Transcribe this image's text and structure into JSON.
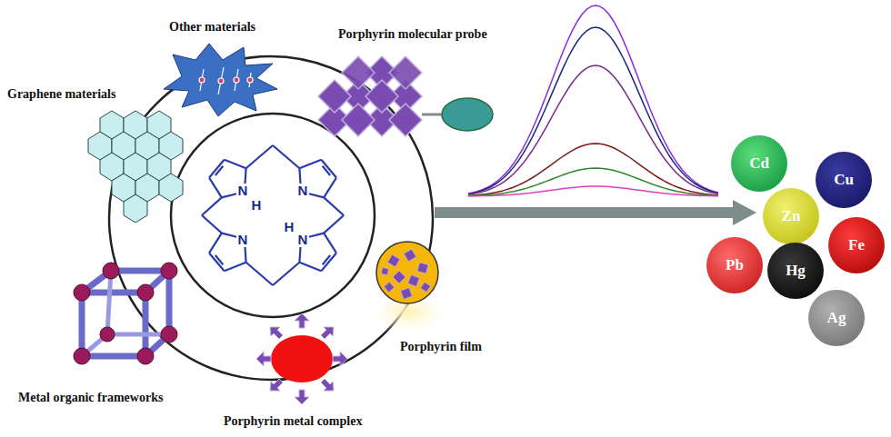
{
  "diagram": {
    "nodes": [
      {
        "text": [
          "Cd"
        ]
      },
      {
        "text": [
          "Cu"
        ]
      },
      {
        "text": [
          "Zn"
        ]
      },
      {
        "text": [
          "Pb"
        ]
      },
      {
        "text": [
          "Fe"
        ]
      },
      {
        "text": [
          "Hg"
        ]
      },
      {
        "text": [
          "Ag"
        ]
      }
    ],
    "labels": [
      "Other materials",
      "Porphyrin molecular probe",
      "Graphene materials",
      "Porphyrin film",
      "Metal organic frameworks",
      "Porphyrin metal complex",
      "N",
      "H",
      "N",
      "H",
      "N",
      "N"
    ]
  }
}
